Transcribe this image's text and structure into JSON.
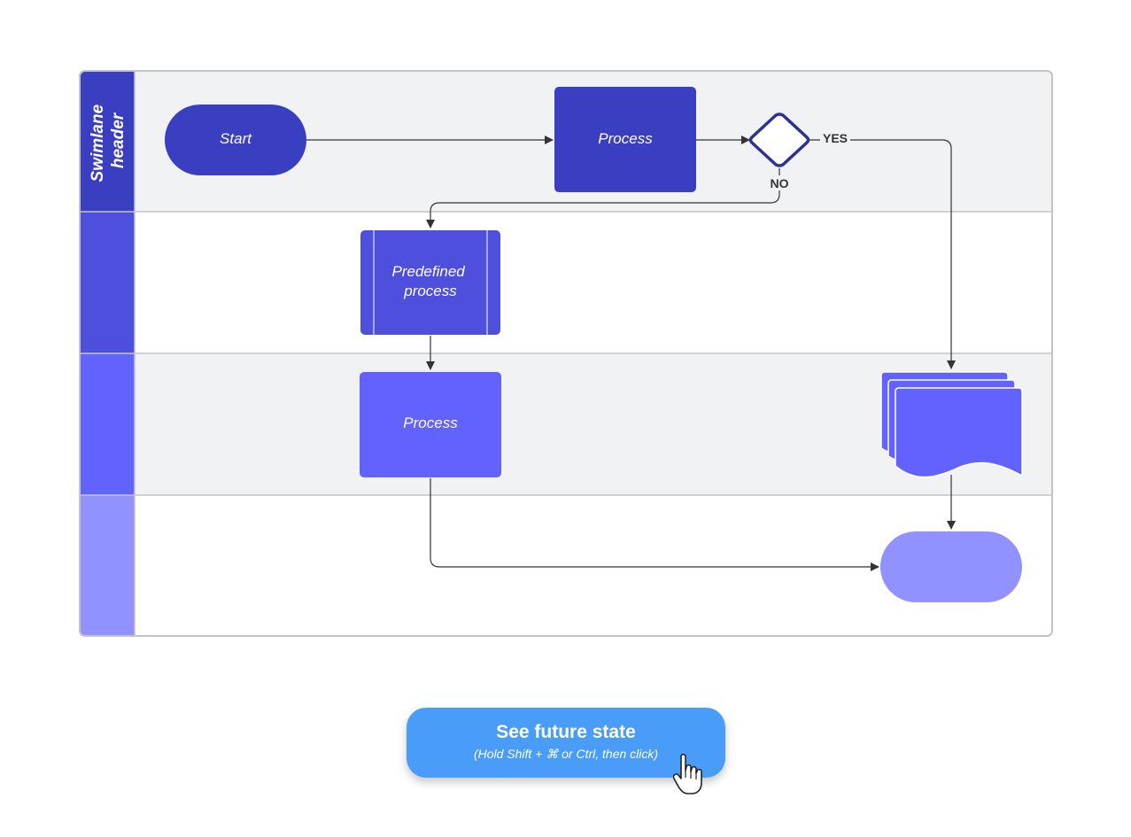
{
  "swimlane": {
    "header_label_line1": "Swimlane",
    "header_label_line2": "header"
  },
  "nodes": {
    "start_label": "Start",
    "process_top_label": "Process",
    "predefined_line1": "Predefined",
    "predefined_line2": "process",
    "process_mid_label": "Process"
  },
  "edges": {
    "yes_label": "YES",
    "no_label": "NO"
  },
  "cta": {
    "title": "See future state",
    "hint": "(Hold Shift + ⌘ or Ctrl, then click)"
  },
  "colors": {
    "lane1_header": "#3a3fc1",
    "lane2_header": "#4e50dd",
    "lane3_header": "#6262fe",
    "lane4_header": "#9191ff",
    "lane_bg_alt": "#f1f2f4",
    "decision_stroke": "#2d3190",
    "button_bg": "#4a9cf9"
  },
  "icons": {
    "cursor": "pointing-hand-cursor-icon"
  }
}
